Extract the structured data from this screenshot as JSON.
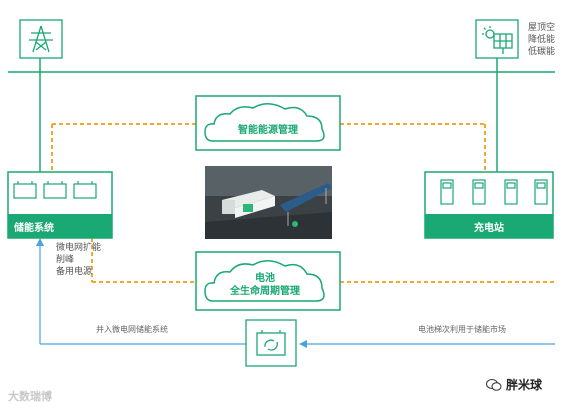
{
  "diagram": {
    "center_title": "智能能源管理",
    "battery_cloud_line1": "电池",
    "battery_cloud_line2": "全生命周期管理",
    "storage_label": "储能系统",
    "charging_label": "充电站",
    "storage_uses": [
      "微电网扩能",
      "削峰",
      "备用电源"
    ],
    "solar_notes": [
      "屋顶空",
      "降低能",
      "低碳能"
    ],
    "left_caption": "并入微电网储能系统",
    "right_caption": "电池梯次利用于储能市场",
    "colors": {
      "green": "#1aa874",
      "orange": "#f0a830",
      "blue": "#4aa3e0"
    }
  },
  "watermark": {
    "left": "大数瑞博",
    "right": "胖米球"
  },
  "icons": [
    "power-tower-icon",
    "solar-panel-icon",
    "battery-icon",
    "charger-icon",
    "recycle-battery-icon",
    "wechat-icon"
  ]
}
